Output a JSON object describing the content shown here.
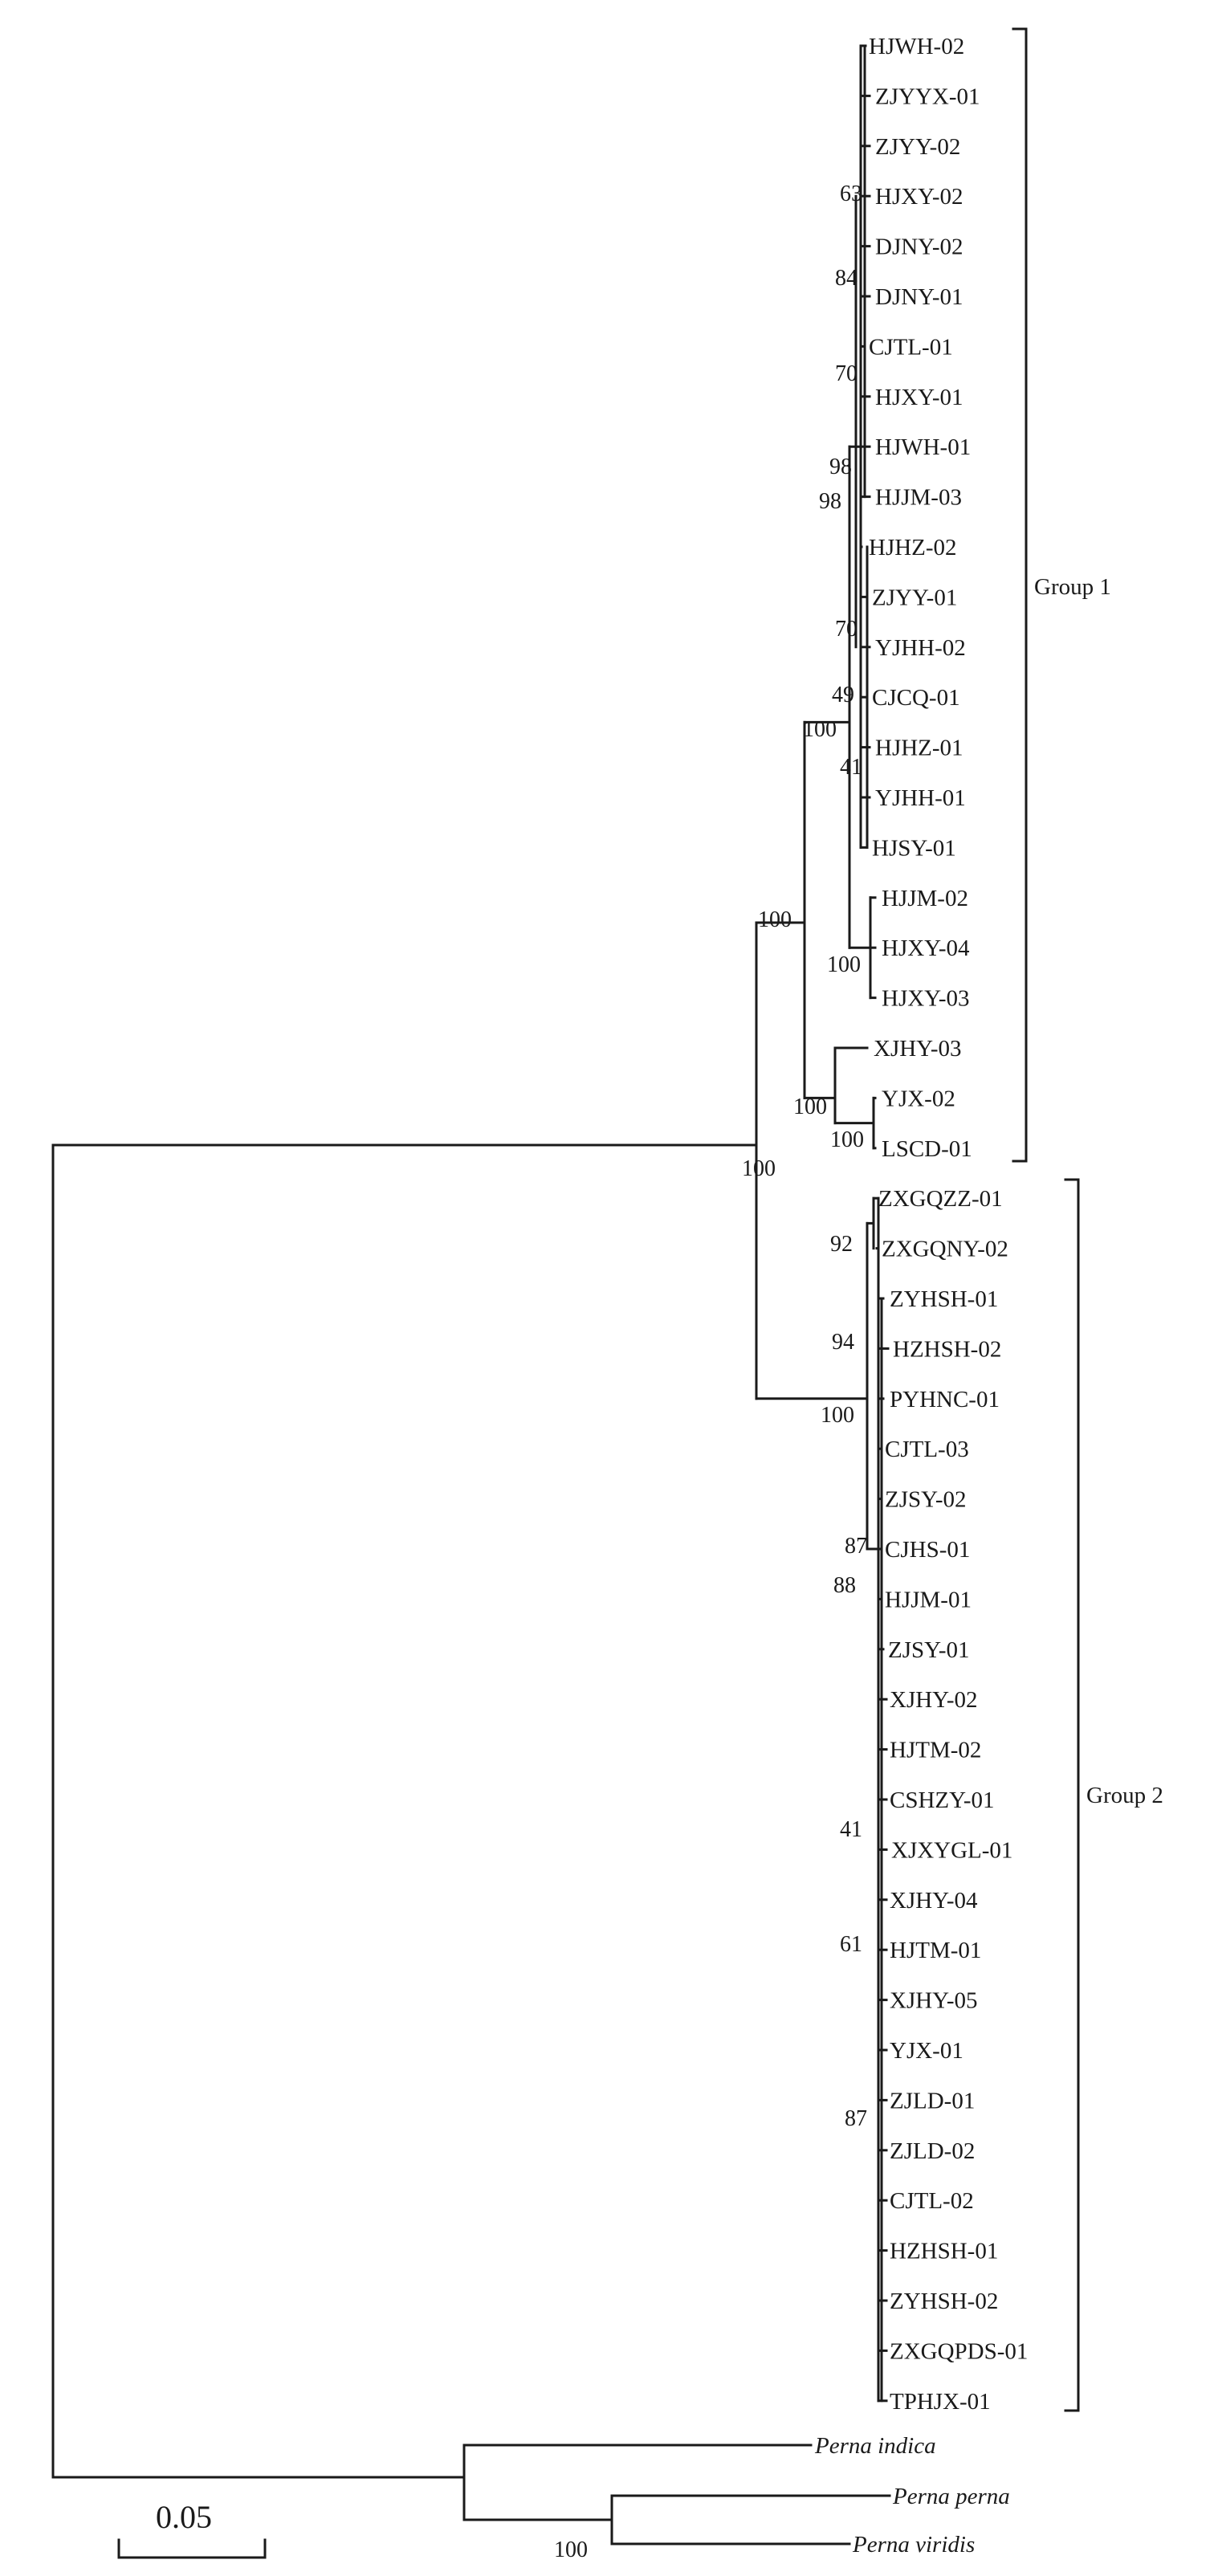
{
  "group1": {
    "label": "Group 1",
    "leaves": [
      "HJWH-02",
      "ZJYYX-01",
      "ZJYY-02",
      "HJXY-02",
      "DJNY-02",
      "DJNY-01",
      "CJTL-01",
      "HJXY-01",
      "HJWH-01",
      "HJJM-03",
      "HJHZ-02",
      "ZJYY-01",
      "YJHH-02",
      "CJCQ-01",
      "HJHZ-01",
      "YJHH-01",
      "HJSY-01",
      "HJJM-02",
      "HJXY-04",
      "HJXY-03",
      "XJHY-03",
      "YJX-02",
      "LSCD-01"
    ]
  },
  "group2": {
    "label": "Group 2",
    "leaves": [
      "ZXGQZZ-01",
      "ZXGQNY-02",
      "ZYHSH-01",
      "HZHSH-02",
      "PYHNC-01",
      "CJTL-03",
      "ZJSY-02",
      "CJHS-01",
      "HJJM-01",
      "ZJSY-01",
      "XJHY-02",
      "HJTM-02",
      "CSHZY-01",
      "XJXYGL-01",
      "XJHY-04",
      "HJTM-01",
      "XJHY-05",
      "YJX-01",
      "ZJLD-01",
      "ZJLD-02",
      "CJTL-02",
      "HZHSH-01",
      "ZYHSH-02",
      "ZXGQPDS-01",
      "TPHJX-01"
    ]
  },
  "outgroup": {
    "leaves": [
      "Perna indica",
      "Perna perna",
      "Perna viridis"
    ]
  },
  "bootstrap": [
    "63",
    "84",
    "70",
    "98",
    "98",
    "70",
    "49",
    "100",
    "41",
    "100",
    "100",
    "100",
    "100",
    "100",
    "92",
    "94",
    "100",
    "87",
    "88",
    "41",
    "61",
    "87",
    "100"
  ],
  "scale_bar": {
    "label": "0.05"
  }
}
